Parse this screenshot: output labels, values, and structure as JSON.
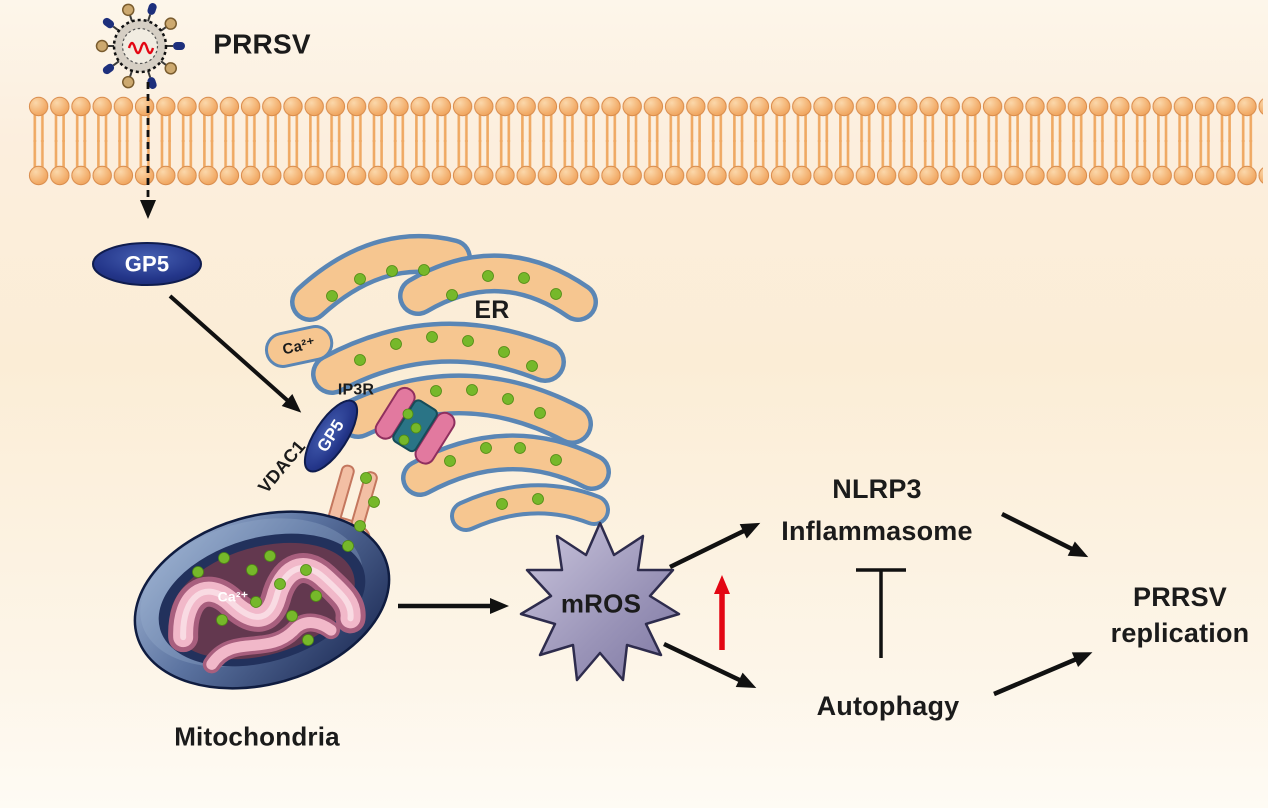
{
  "diagram": {
    "labels": {
      "virus": "PRRSV",
      "gp5_membrane": "GP5",
      "er": "ER",
      "ca_er": "Ca²⁺",
      "ip3r": "IP3R",
      "gp5_mam": "GP5",
      "vdac1": "VDAC1",
      "ca_mito": "Ca²⁺",
      "mitochondria": "Mitochondria",
      "mros": "mROS",
      "nlrp3_line1": "NLRP3",
      "nlrp3_line2": "Inflammasome",
      "autophagy": "Autophagy",
      "prrsv_rep_line1": "PRRSV",
      "prrsv_rep_line2": "replication"
    },
    "colors": {
      "background_warm": "#fbeed8",
      "membrane_head": "#f2ab67",
      "membrane_tail": "#efa963",
      "gp5_ellipse": "#1d2f7c",
      "er_fill": "#f6c690",
      "er_outline": "#5a86b5",
      "calcium_dot": "#76b82a",
      "ip3r_pink": "#e2799f",
      "ip3r_teal": "#2a7486",
      "vdac_salmon": "#f3bfa4",
      "mito_outer_dark": "#15224c",
      "mito_inner_maroon": "#63384f",
      "cristae_pink": "#f1b8c9",
      "mros_fill": "#9a94b8",
      "arrow_black": "#111111",
      "arrow_red": "#e30613"
    },
    "edges": [
      {
        "from": "PRRSV",
        "to": "GP5",
        "type": "activation"
      },
      {
        "from": "GP5",
        "to": "VDAC1/IP3R contact site",
        "type": "activation"
      },
      {
        "from": "ER Ca²⁺",
        "to": "Mitochondria",
        "type": "transfer"
      },
      {
        "from": "Mitochondria",
        "to": "mROS",
        "type": "activation"
      },
      {
        "from": "mROS",
        "to": "increased level",
        "type": "increase"
      },
      {
        "from": "mROS",
        "to": "NLRP3 Inflammasome",
        "type": "activation"
      },
      {
        "from": "mROS",
        "to": "Autophagy",
        "type": "activation"
      },
      {
        "from": "Autophagy",
        "to": "NLRP3 Inflammasome",
        "type": "inhibition"
      },
      {
        "from": "NLRP3 Inflammasome",
        "to": "PRRSV replication",
        "type": "activation"
      },
      {
        "from": "Autophagy",
        "to": "PRRSV replication",
        "type": "activation"
      }
    ]
  }
}
